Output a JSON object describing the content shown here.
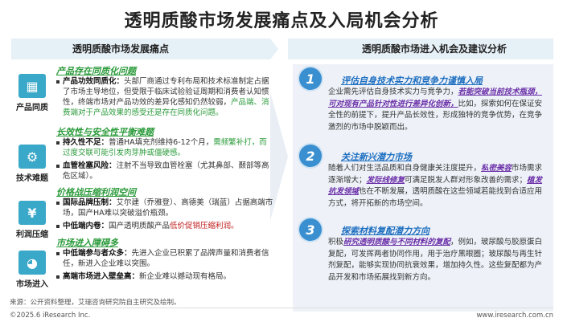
{
  "title": "透明质酸市场发展痛点及入局机会分析",
  "left_header": "透明质酸市场发展痛点",
  "right_header": "透明质酸市场进入机会及建议分析",
  "categories": [
    {
      "label": "产品同质",
      "icon": "grid-icon",
      "glyph": "▦"
    },
    {
      "label": "技术难题",
      "icon": "gear-icon",
      "glyph": "⚙"
    },
    {
      "label": "利润压缩",
      "icon": "money-icon",
      "glyph": "¥"
    },
    {
      "label": "市场进入",
      "icon": "pie-chart-icon",
      "glyph": "◕"
    }
  ],
  "sections": [
    {
      "title": "产品存在同质化问题",
      "bullets": [
        {
          "head": "产品功效同质化：",
          "text": "头部厂商通过专利布局和技术标准制定占据了市场主导地位，但受限于临床试验验证周期和消费者认知惯性，终端市场对产品功效的差异化感知仍然较弱，",
          "highlight": "产品端、消费端对于产品效果的感受还是存在同质化问题。"
        }
      ]
    },
    {
      "title": "长效性与安全性平衡难题",
      "bullets": [
        {
          "head": "持久性不足：",
          "text": "普通HA填充剂维持6-12个月，",
          "highlight": "需频繁补打，而过度交联可能引发肉芽肿或僵硬感。"
        },
        {
          "head": "血管栓塞风险：",
          "text": "注射不当导致血管栓塞（尤其鼻部、颞部等高危区域）。",
          "highlight": ""
        }
      ]
    },
    {
      "title": "价格战压缩利润空间",
      "bullets": [
        {
          "head": "国际品牌压制：",
          "text": "艾尔建（乔雅登）、高德美（瑞蓝）占据高端市场，国产HA难以突破溢价瓶颈。",
          "highlight": ""
        },
        {
          "head": "中低端内卷：",
          "text": "国产透明质酸产品",
          "highlight": "低价促销压缩利润。"
        }
      ]
    },
    {
      "title": "市场进入障碍多",
      "bullets": [
        {
          "head": "中低端参与者众多：",
          "text": "先进入企业已积累了品牌声量和消费者信任，新进入企业难以突围。",
          "highlight": ""
        },
        {
          "head": "高端市场进入壁垒高：",
          "text": "新企业难以撼动现有格局。",
          "highlight": ""
        }
      ]
    }
  ],
  "opportunities": [
    {
      "num": "1",
      "title": "评估自身技术实力和竞争力谨慎入局",
      "pre": "企业需先评估自身技术实力与竞争力，",
      "key": "若能突破当前技术瓶颈，可对现有产品针对性进行差异化创新，",
      "post": "比如，探索如何在保证安全性的前提下，提升产品长效性，形成独特的竞争优势，在竞争激烈的市场中脱颖而出。"
    },
    {
      "num": "2",
      "title": "关注新兴潜力市场",
      "pre": "随着人们对生活品质和自身健康关注度提升，",
      "key": "私密美容",
      "mid1": "市场需求逐渐增大；",
      "key2": "发际线修复",
      "mid2": "可满足脱发人群对形象改善的需求；",
      "key3": "植发抗发领域",
      "post": "也在不断发展，透明质酸在这些领域若能找到合适应用方式，将开拓新的市场空间。"
    },
    {
      "num": "3",
      "title": "探索材料复配潜力方向",
      "pre": "积极",
      "key": "研究透明质酸与不同材料的复配",
      "post": "，例如，玻尿酸与胶原蛋白复配，可发挥两者协同作用，用于治疗黑眼圈；玻尿酸与再生针剂复配，能够实现协同抗衰效果，增加持久性。这些复配都为产品开发和市场拓展找到新方向。"
    }
  ],
  "source": "来源：公开资料整理，艾瑞咨询研究院自主研究及绘制。",
  "footer_left": "©2025.6 iResearch Inc.",
  "footer_right": "www.iresearch.com.cn",
  "colors": {
    "accent_blue": "#3a8fd0",
    "section_green": "#2a9a3a",
    "highlight_red": "#c01b1b",
    "key_purple": "#6b2fa8"
  }
}
